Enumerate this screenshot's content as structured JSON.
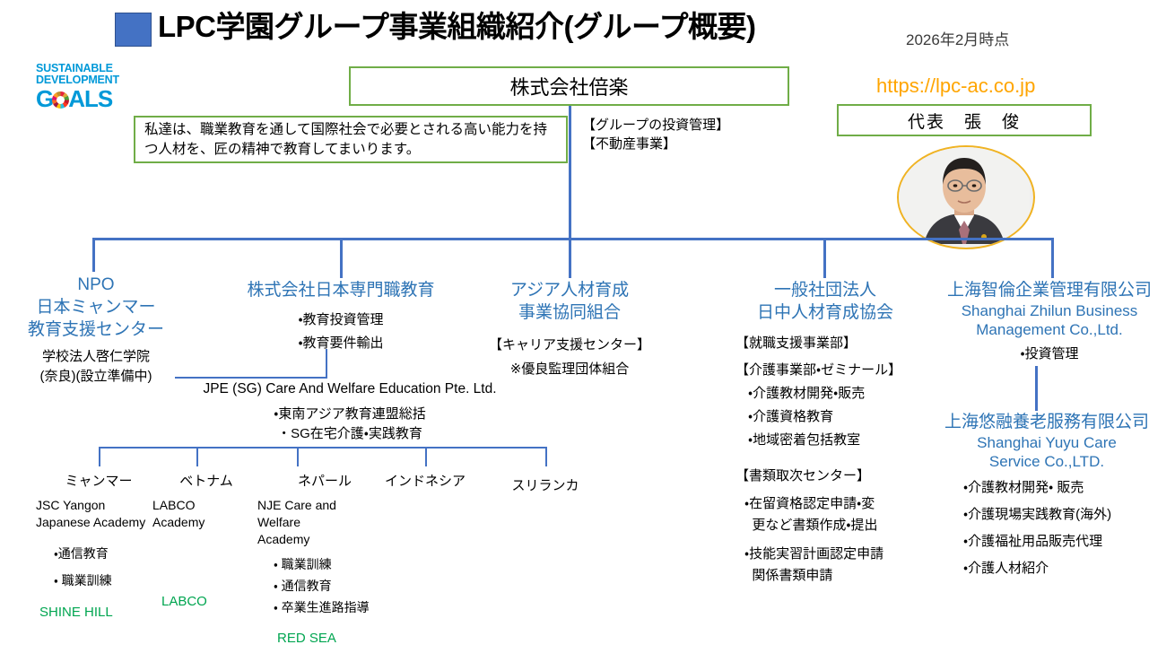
{
  "title": {
    "text": "LPC学園グループ事業組織紹介(グループ概要)",
    "date": "2026年2月時点",
    "bullet_color": "#4472C4"
  },
  "sdg_logo": {
    "line1": "SUSTAINABLE",
    "line2": "DEVELOPMENT",
    "goals_pre": "G",
    "goals_post": "ALS"
  },
  "header": {
    "holding_company": "株式会社倍楽",
    "mission": "私達は、職業教育を通して国際社会で必要とされる高い能力を持つ人材を、匠の精神で教育してまいります。",
    "holding_notes": [
      "【グループの投資管理】",
      "【不動産事業】"
    ],
    "url": "https://lpc-ac.co.jp",
    "representative": "代表　張　俊"
  },
  "columns": {
    "npo": {
      "head": [
        "NPO",
        "日本ミャンマー",
        "教育支援センター"
      ],
      "sub": [
        "学校法人啓仁学院",
        "(奈良)(設立準備中)"
      ]
    },
    "jpe": {
      "head": [
        "株式会社日本専門職教育"
      ],
      "items": [
        "・教育投資管理",
        "・教育要件輸出"
      ],
      "subsidiary": "JPE (SG) Care And Welfare Education Pte. Ltd.",
      "subsidiary_items": [
        "・東南アジア教育連盟総括",
        "・SG在宅介護・実践教育"
      ]
    },
    "asia": {
      "head": [
        "アジア人材育成",
        "事業協同組合"
      ],
      "items": [
        "【キャリア支援センター】",
        "※優良監理団体組合"
      ]
    },
    "jchina": {
      "head": [
        "一般社団法人",
        "日中人材育成協会"
      ],
      "groups": [
        {
          "title": "【就職支援事業部】",
          "items": []
        },
        {
          "title": "【介護事業部・ゼミナール】",
          "items": [
            "・介護教材開発・販売",
            "・介護資格教育",
            "・地域密着包括教室"
          ]
        },
        {
          "title": "【書類取次センター】",
          "items": [
            "・在留資格認定申請・変\n  更など書類作成・提出",
            "・技能実習計画認定申請\n  関係書類申請"
          ]
        }
      ]
    },
    "shanghai_zhilun": {
      "head_jp": "上海智倫企業管理有限公司",
      "head_en": [
        "Shanghai Zhilun Business",
        "Management Co.,Ltd."
      ],
      "items": [
        "・投資管理"
      ]
    },
    "shanghai_yuyu": {
      "head_jp": "上海悠融養老服務有限公司",
      "head_en": [
        "Shanghai Yuyu Care",
        "Service Co.,LTD."
      ],
      "items": [
        "・介護教材開発・ 販売",
        "・介護現場実践教育(海外)",
        "・介護福祉用品販売代理",
        "・介護人材紹介"
      ]
    }
  },
  "academies": [
    {
      "country": "ミャンマー",
      "name": [
        "JSC Yangon",
        "Japanese Academy"
      ],
      "items": [
        "・通信教育",
        "・ 職業訓練"
      ],
      "brand": "SHINE HILL"
    },
    {
      "country": "ベトナム",
      "name": [
        "LABCO",
        "Academy"
      ],
      "items": [],
      "brand": "LABCO"
    },
    {
      "country": "ネパール",
      "name": [
        "NJE Care and",
        "Welfare",
        "Academy"
      ],
      "items": [
        "・ 職業訓練",
        "・ 通信教育",
        "・ 卒業生進路指導"
      ],
      "brand": "RED SEA"
    },
    {
      "country": "インドネシア",
      "name": [],
      "items": [],
      "brand": ""
    },
    {
      "country": "スリランカ",
      "name": [],
      "items": [],
      "brand": ""
    }
  ],
  "colors": {
    "accent_blue": "#4472C4",
    "box_green": "#70AD47",
    "heading_blue": "#2E74B5",
    "brand_green": "#00A550",
    "url_orange": "#FFA500"
  }
}
